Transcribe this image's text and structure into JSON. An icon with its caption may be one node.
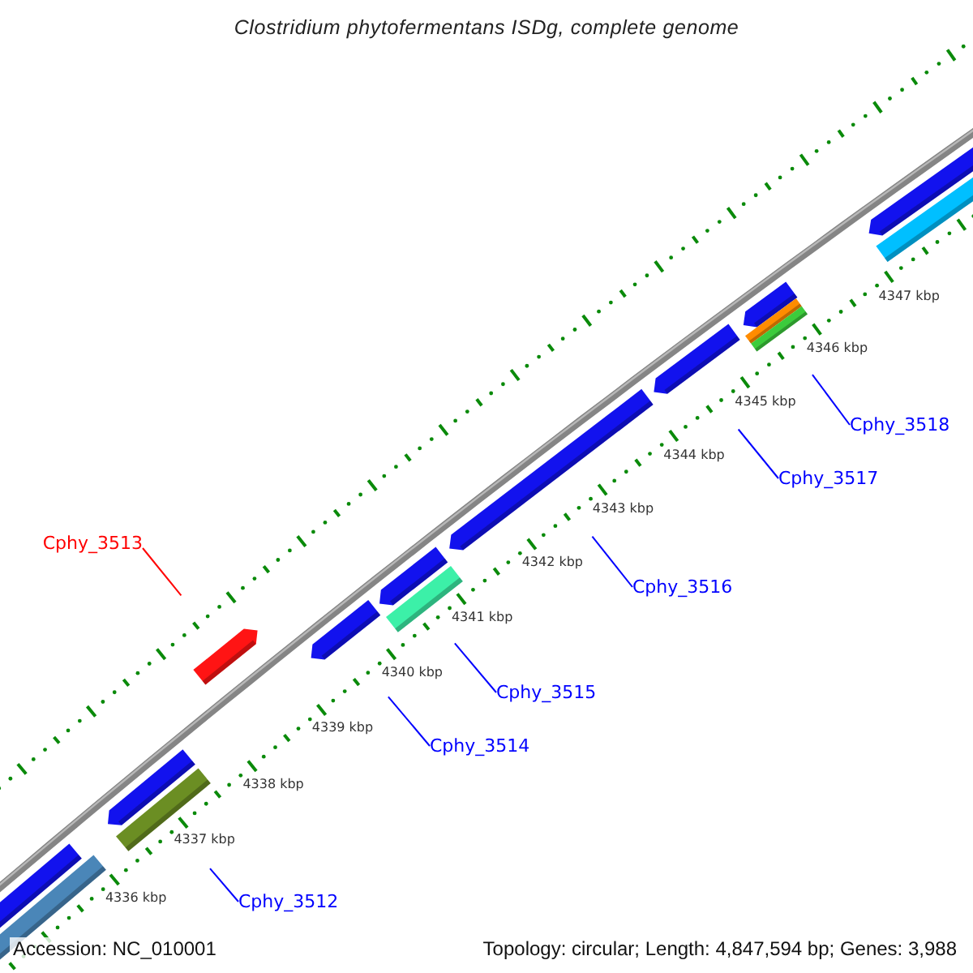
{
  "diagram": {
    "title": "Clostridium phytofermentans ISDg, complete genome",
    "nodes": [
      {
        "text": [
          "Cphy_3518"
        ]
      },
      {
        "text": [
          "Cphy_3517"
        ]
      },
      {
        "text": [
          "Cphy_3513"
        ]
      },
      {
        "text": [
          "Cphy_3516"
        ]
      },
      {
        "text": [
          "Cphy_3515"
        ]
      },
      {
        "text": [
          "Cphy_3514"
        ]
      },
      {
        "text": [
          "Cphy_3512"
        ]
      }
    ],
    "edges": [
      {
        "from": 0,
        "to": null,
        "arrow": "none"
      },
      {
        "from": 1,
        "to": null,
        "arrow": "none"
      },
      {
        "from": 2,
        "to": null,
        "arrow": "none",
        "color": "#ff0000"
      },
      {
        "from": 3,
        "to": null,
        "arrow": "none"
      },
      {
        "from": 4,
        "to": null,
        "arrow": "none"
      },
      {
        "from": 5,
        "to": null,
        "arrow": "none"
      },
      {
        "from": 6,
        "to": null,
        "arrow": "none"
      }
    ],
    "labels": [
      "4336 kbp",
      "4337 kbp",
      "4338 kbp",
      "4339 kbp",
      "4340 kbp",
      "4341 kbp",
      "4342 kbp",
      "4343 kbp",
      "4344 kbp",
      "4345 kbp",
      "4346 kbp",
      "4347 kbp",
      "Accession: NC_010001",
      "Topology: circular; Length: 4,847,594 bp; Genes: 3,988"
    ]
  }
}
